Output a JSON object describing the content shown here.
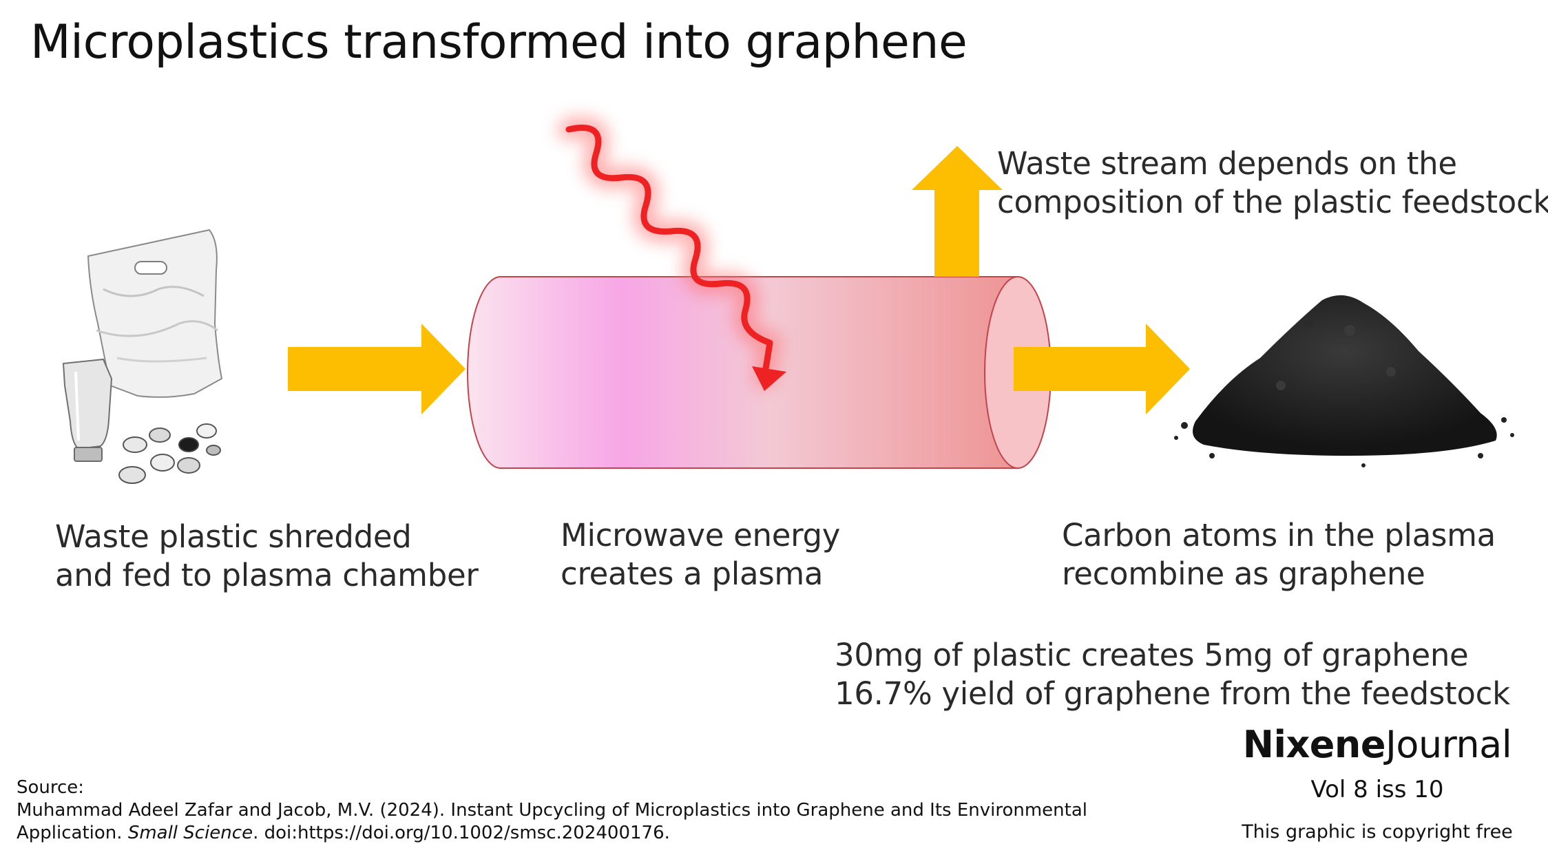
{
  "title": "Microplastics transformed into graphene",
  "captions": {
    "left": [
      "Waste plastic shredded",
      "and fed to plasma chamber"
    ],
    "middle": [
      "Microwave energy",
      "creates a plasma"
    ],
    "right": [
      "Carbon atoms in the plasma",
      "recombine as graphene"
    ]
  },
  "waste_note": [
    "Waste stream depends on the",
    "composition of the plastic feedstock"
  ],
  "yield": [
    "30mg of plastic creates 5mg of graphene",
    "16.7% yield of graphene from the feedstock"
  ],
  "source": {
    "label": "Source:",
    "line1": "Muhammad Adeel Zafar and Jacob, M.V. (2024). Instant Upcycling of Microplastics into Graphene and Its Environmental",
    "line2_pre": "Application. ",
    "line2_journal": "Small Science",
    "line2_post": ". doi:https://doi.org/10.1002/smsc.202400176."
  },
  "brand": {
    "name_bold": "Nixene",
    "name_light": "Journal",
    "volume": "Vol 8  iss 10",
    "copyright": "This graphic is copyright free"
  },
  "colors": {
    "arrow": "#fdbd00",
    "wave": "#ee2222",
    "chamber_pink": "#f7a6e6",
    "chamber_red": "#ee9a9a",
    "graphene": "#1e1e1e"
  }
}
